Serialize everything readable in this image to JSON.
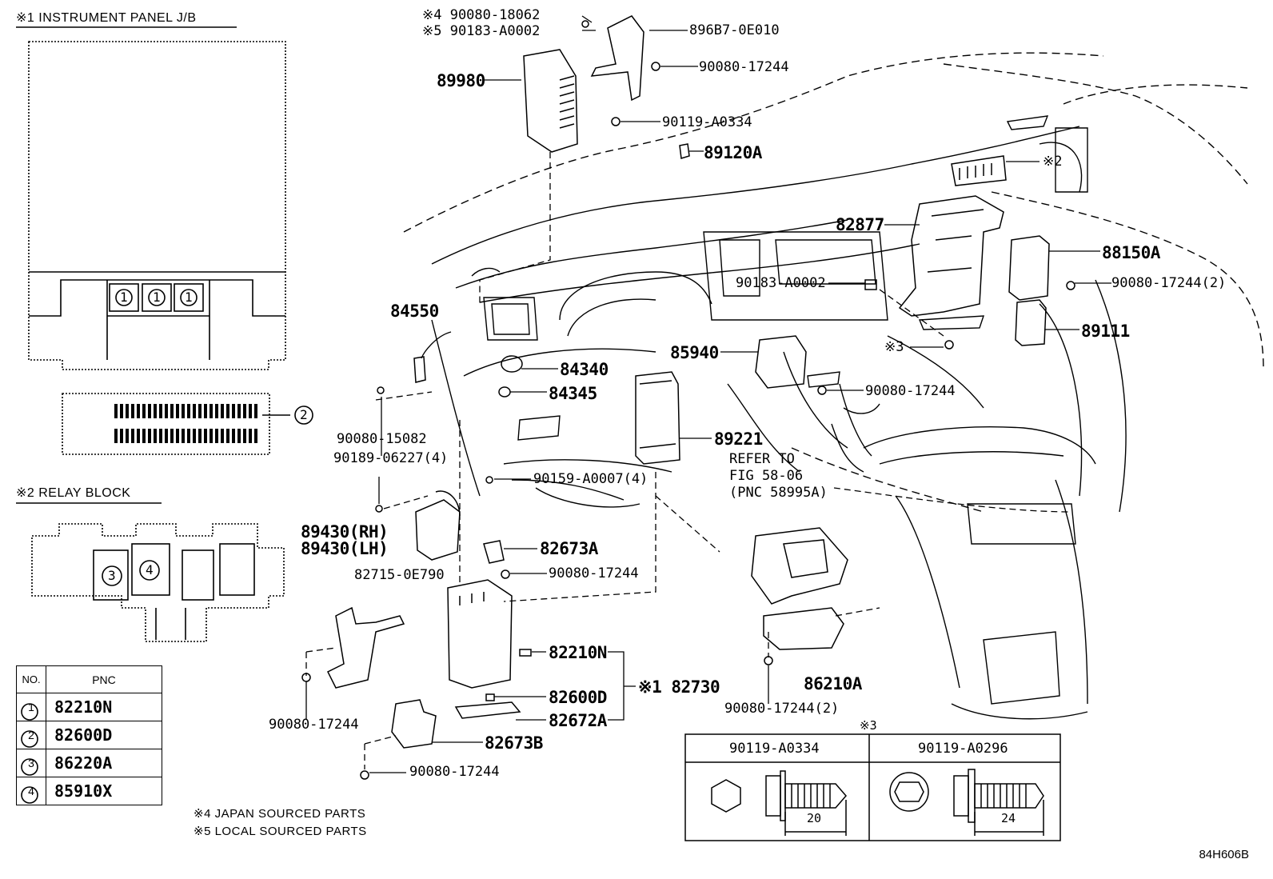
{
  "sections": {
    "jb_title": "※1 INSTRUMENT PANEL J/B",
    "relay_title": "※2 RELAY BLOCK"
  },
  "jb_markers": [
    "1",
    "1",
    "1",
    "2"
  ],
  "relay_markers": [
    "3",
    "4"
  ],
  "pnc_table": {
    "header_no": "NO.",
    "header_pnc": "PNC",
    "rows": [
      {
        "no": "1",
        "pnc": "82210N"
      },
      {
        "no": "2",
        "pnc": "82600D"
      },
      {
        "no": "3",
        "pnc": "86220A"
      },
      {
        "no": "4",
        "pnc": "85910X"
      }
    ]
  },
  "callouts": [
    {
      "id": "c1",
      "text": "※4 90080-18062"
    },
    {
      "id": "c2",
      "text": "※5 90183-A0002"
    },
    {
      "id": "c3",
      "text": "896B7-0E010"
    },
    {
      "id": "c4",
      "text": "90080-17244"
    },
    {
      "id": "c5",
      "text": "89980"
    },
    {
      "id": "c6",
      "text": "90119-A0334"
    },
    {
      "id": "c7",
      "text": "89120A"
    },
    {
      "id": "c8",
      "text": "※2"
    },
    {
      "id": "c9",
      "text": "82877"
    },
    {
      "id": "c10",
      "text": "88150A"
    },
    {
      "id": "c11",
      "text": "90183-A0002"
    },
    {
      "id": "c12",
      "text": "90080-17244(2)"
    },
    {
      "id": "c13",
      "text": "89111"
    },
    {
      "id": "c14",
      "text": "84550"
    },
    {
      "id": "c15",
      "text": "84340"
    },
    {
      "id": "c16",
      "text": "84345"
    },
    {
      "id": "c17",
      "text": "85940"
    },
    {
      "id": "c18",
      "text": "※3"
    },
    {
      "id": "c19",
      "text": "90080-17244"
    },
    {
      "id": "c20",
      "text": "90080-15082"
    },
    {
      "id": "c21",
      "text": "90189-06227(4)"
    },
    {
      "id": "c22",
      "text": "89221"
    },
    {
      "id": "c23",
      "text": "90159-A0007(4)"
    },
    {
      "id": "c24",
      "text": "REFER TO"
    },
    {
      "id": "c25",
      "text": "FIG 58-06"
    },
    {
      "id": "c26",
      "text": "(PNC 58995A)"
    },
    {
      "id": "c27",
      "text": "89430(RH)"
    },
    {
      "id": "c28",
      "text": "89430(LH)"
    },
    {
      "id": "c29",
      "text": "82673A"
    },
    {
      "id": "c30",
      "text": "82715-0E790"
    },
    {
      "id": "c31",
      "text": "90080-17244"
    },
    {
      "id": "c32",
      "text": "82210N"
    },
    {
      "id": "c33",
      "text": "82600D"
    },
    {
      "id": "c34",
      "text": "※1 82730"
    },
    {
      "id": "c35",
      "text": "82672A"
    },
    {
      "id": "c36",
      "text": "90080-17244"
    },
    {
      "id": "c37",
      "text": "82673B"
    },
    {
      "id": "c38",
      "text": "90080-17244"
    },
    {
      "id": "c39",
      "text": "86210A"
    },
    {
      "id": "c40",
      "text": "90080-17244(2)"
    }
  ],
  "bolt_table": {
    "marker": "※3",
    "col1": "90119-A0334",
    "col2": "90119-A0296",
    "dim1": "20",
    "dim2": "24"
  },
  "notes": {
    "japan": "※4 JAPAN SOURCED PARTS",
    "local": "※5 LOCAL SOURCED PARTS"
  },
  "figure_id": "84H606B"
}
